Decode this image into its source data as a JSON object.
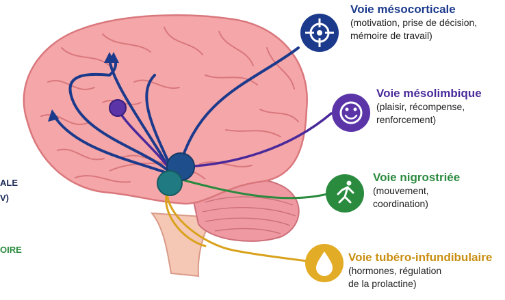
{
  "pathways": [
    {
      "title": "Voie mésocorticale",
      "desc1": "(motivation, prise de décision,",
      "desc2": "mémoire de travail)",
      "color": "#1b3a8c",
      "icon": "target-icon"
    },
    {
      "title": "Voie mésolimbique",
      "desc1": "(plaisir, récompense,",
      "desc2": "renforcement)",
      "color": "#4a2a9a",
      "icon": "smiley-icon"
    },
    {
      "title": "Voie nigrostriée",
      "desc1": "(mouvement,",
      "desc2": "coordination)",
      "color": "#2a8a3e",
      "icon": "running-person-icon"
    },
    {
      "title": "Voie tubéro-infundibulaire",
      "desc1": "(hormones, régulation",
      "desc2": "de la prolactine)",
      "color": "#d9a21c",
      "icon": "droplet-icon"
    }
  ],
  "edge_labels": {
    "l1": "ALE",
    "l2": "V)",
    "l3": "OIRE"
  },
  "colors": {
    "brain": "#f4a6a8",
    "brain_dark": "#d9777c",
    "cerebellum": "#ef9aa2",
    "stem": "#f5c7b5",
    "vta_dark": "#1f4e8c",
    "vta_teal": "#1f7a82"
  }
}
